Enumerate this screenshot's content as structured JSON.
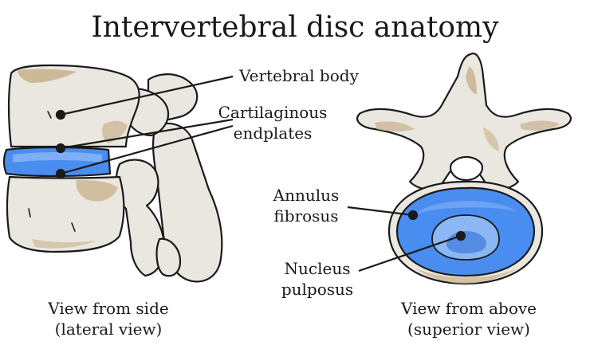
{
  "title": "Intervertebral disc anatomy",
  "labels": {
    "vertebral_body": "Vertebral body",
    "cartilaginous_endplates_line1": "Cartilaginous",
    "cartilaginous_endplates_line2": "endplates",
    "annulus_fibrosus_line1": "Annulus",
    "annulus_fibrosus_line2": "fibrosus",
    "nucleus_pulposus_line1": "Nucleus",
    "nucleus_pulposus_line2": "pulposus"
  },
  "captions": {
    "side_line1": "View from side",
    "side_line2": "(lateral view)",
    "above_line1": "View from above",
    "above_line2": "(superior view)"
  },
  "colors": {
    "bone": "#e9e7df",
    "bone_shade": "#c8b08a",
    "disc": "#4a8df0",
    "disc_light": "#8bb7f5",
    "outline": "#1a1a1a"
  }
}
